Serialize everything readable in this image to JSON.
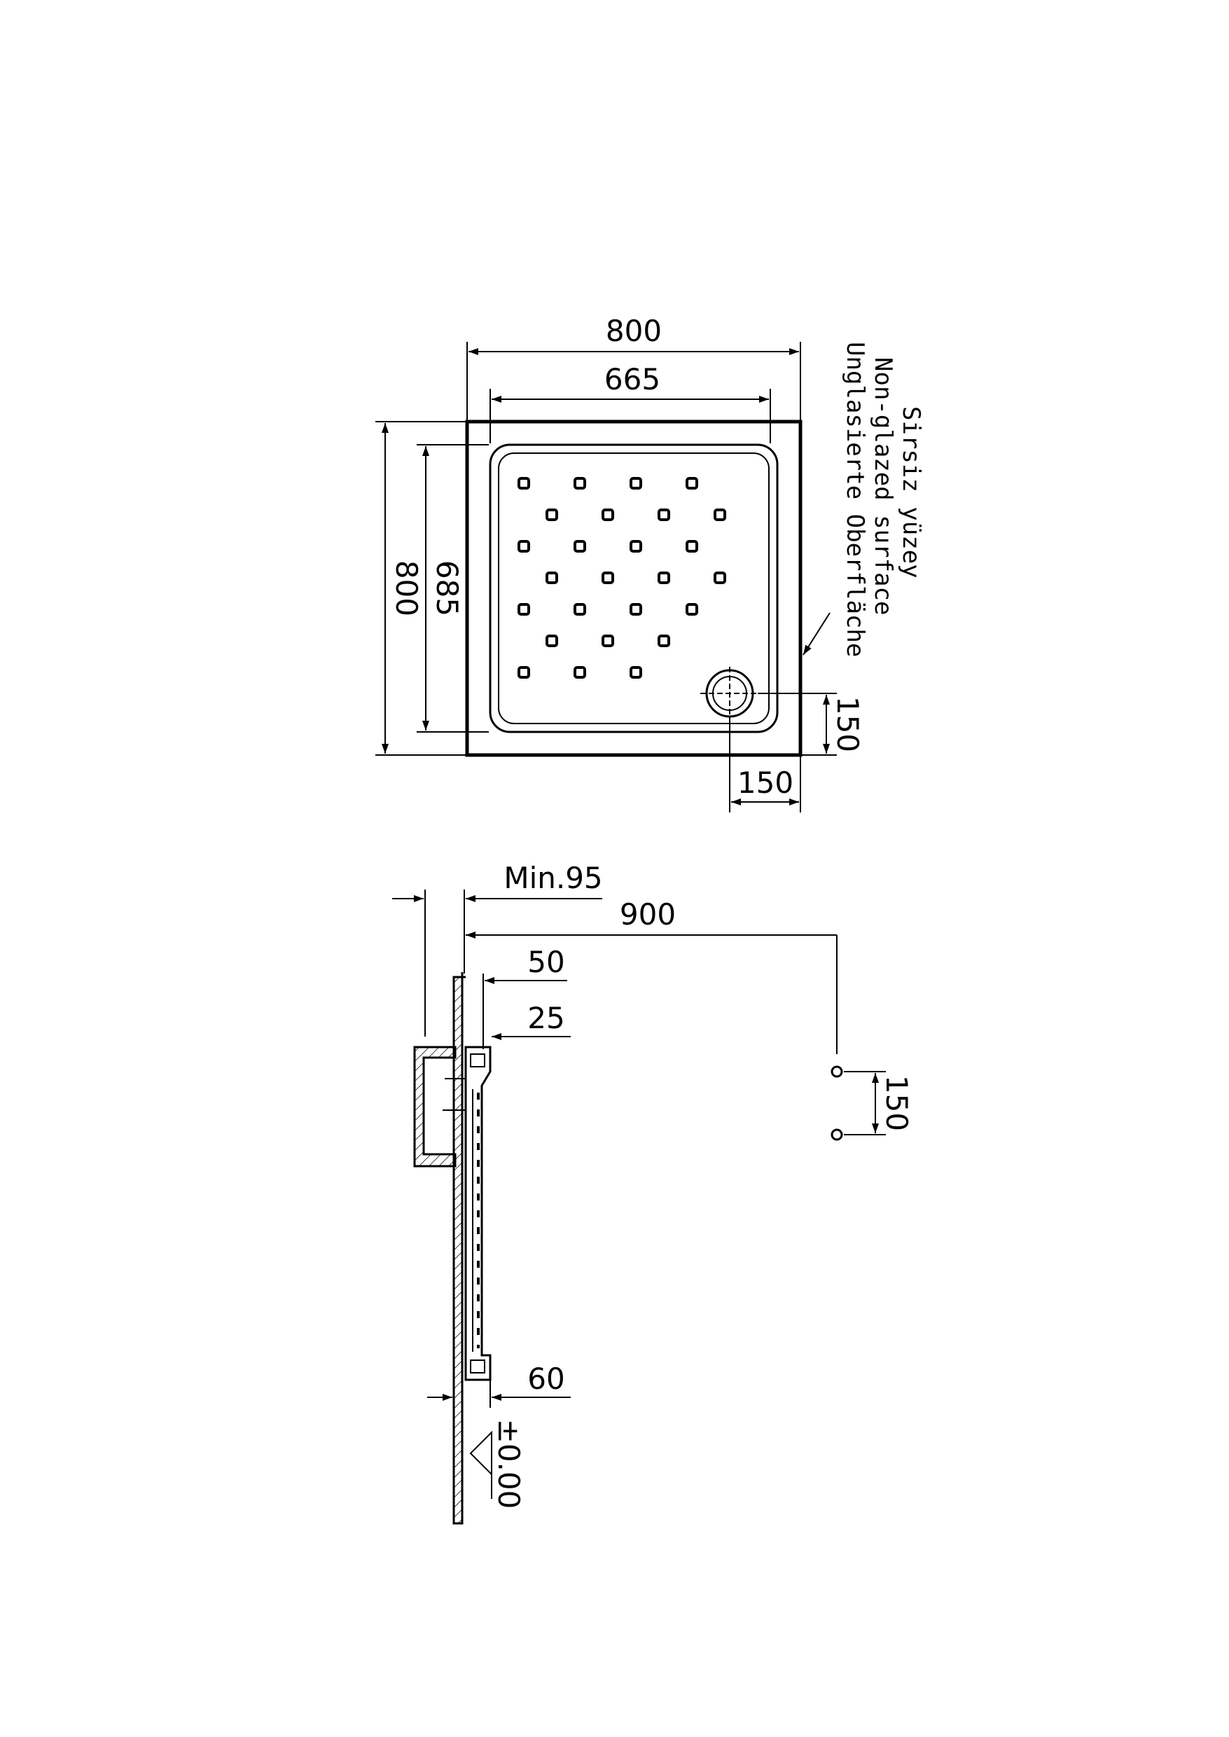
{
  "plan_view": {
    "overall_width": "800",
    "inner_width": "665",
    "overall_depth": "800",
    "inner_depth": "685",
    "drain_offset_y": "150",
    "drain_offset_x": "150",
    "surface_note": [
      "Sirsiz yüzey",
      "Non-glazed surface",
      "Unglasierte Oberfläche"
    ]
  },
  "section_view": {
    "min_label": "Min.95",
    "overall_length": "900",
    "dim_50": "50",
    "dim_25": "25",
    "dim_60": "60",
    "level_label": "±0.00",
    "feet_spacing": "150"
  }
}
